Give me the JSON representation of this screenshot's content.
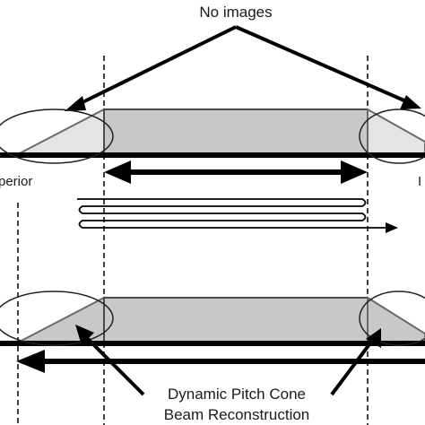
{
  "labels": {
    "top_callout": "No images",
    "left_edge_fragment": "perior",
    "right_edge_fragment": "I",
    "bottom_callout_line1": "Dynamic Pitch Cone",
    "bottom_callout_line2": "Beam Reconstruction"
  },
  "colors": {
    "fill_dark": "#c8c8c8",
    "fill_light": "#e4e4e4",
    "stroke": "#4a4a4a",
    "line": "#000000"
  }
}
